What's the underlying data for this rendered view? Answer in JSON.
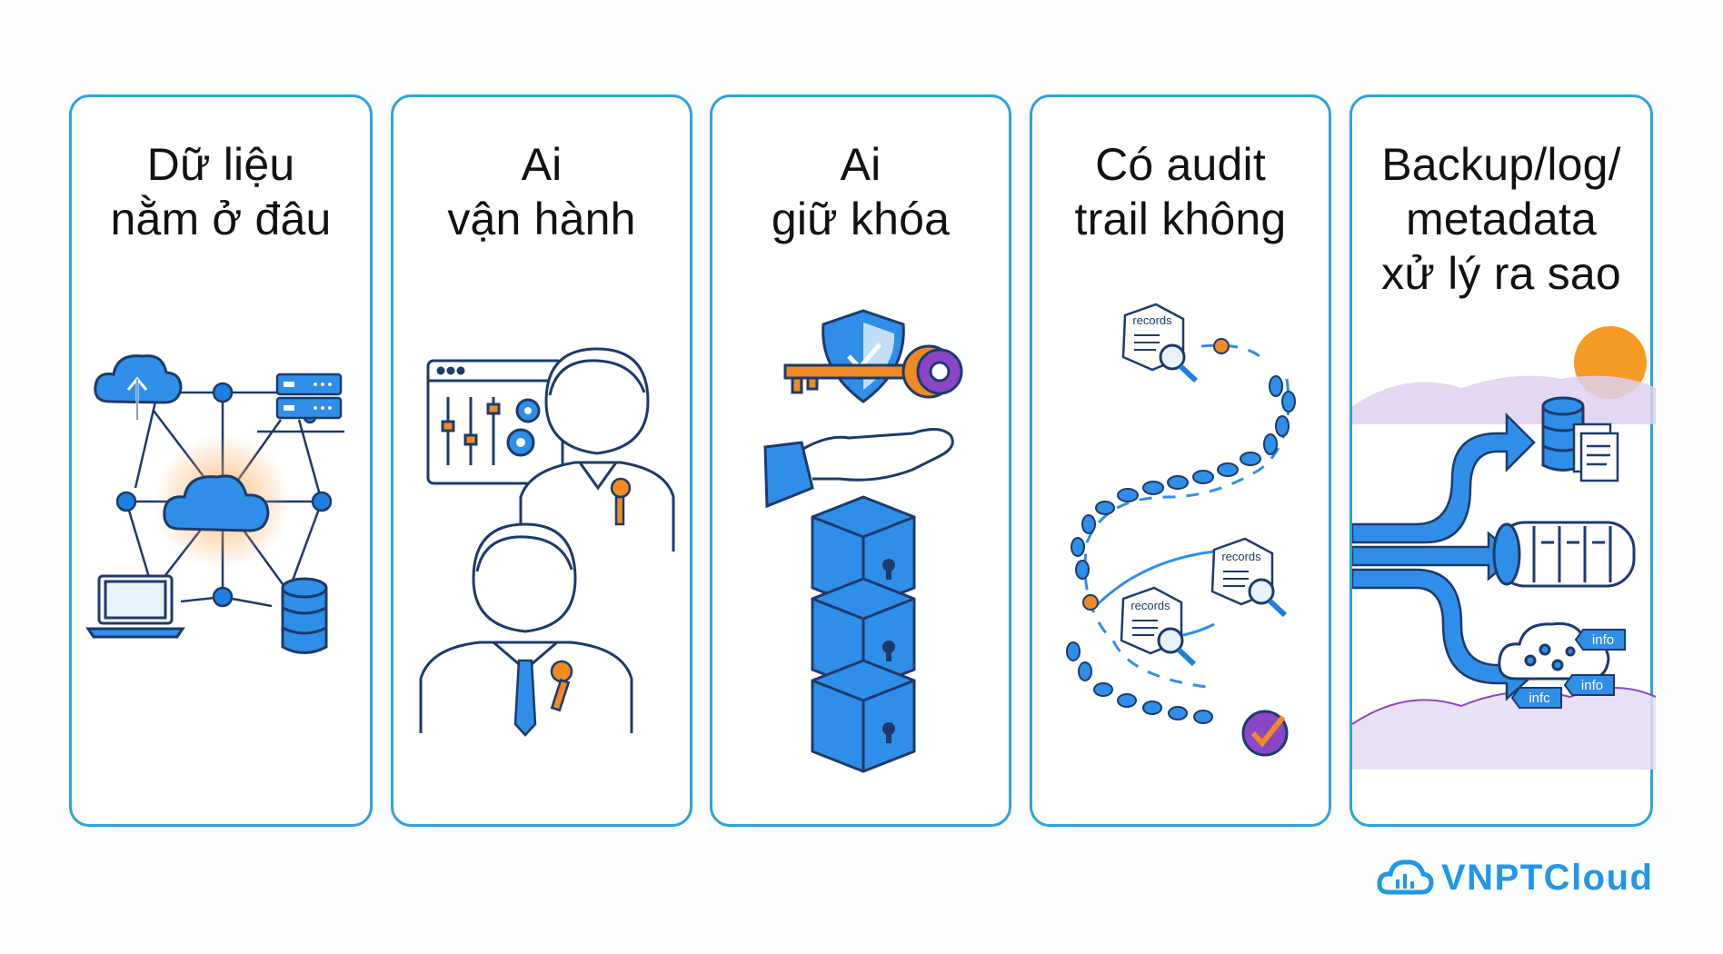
{
  "cards": [
    {
      "title": "Dữ liệu\nnằm ở đâu"
    },
    {
      "title": "Ai\nvận hành"
    },
    {
      "title": "Ai\ngiữ khóa"
    },
    {
      "title": "Có audit\ntrail không"
    },
    {
      "title": "Backup/log/\nmetadata\nxử lý ra sao"
    }
  ],
  "labels": {
    "records": "records",
    "info": "info",
    "infc": "infc"
  },
  "brand": {
    "name": "VNPTCloud"
  },
  "colors": {
    "border": "#2ea3d9",
    "blue": "#1e7fe0",
    "navy": "#1d3a6b",
    "orange": "#f08a24",
    "purple": "#8b46c8"
  }
}
